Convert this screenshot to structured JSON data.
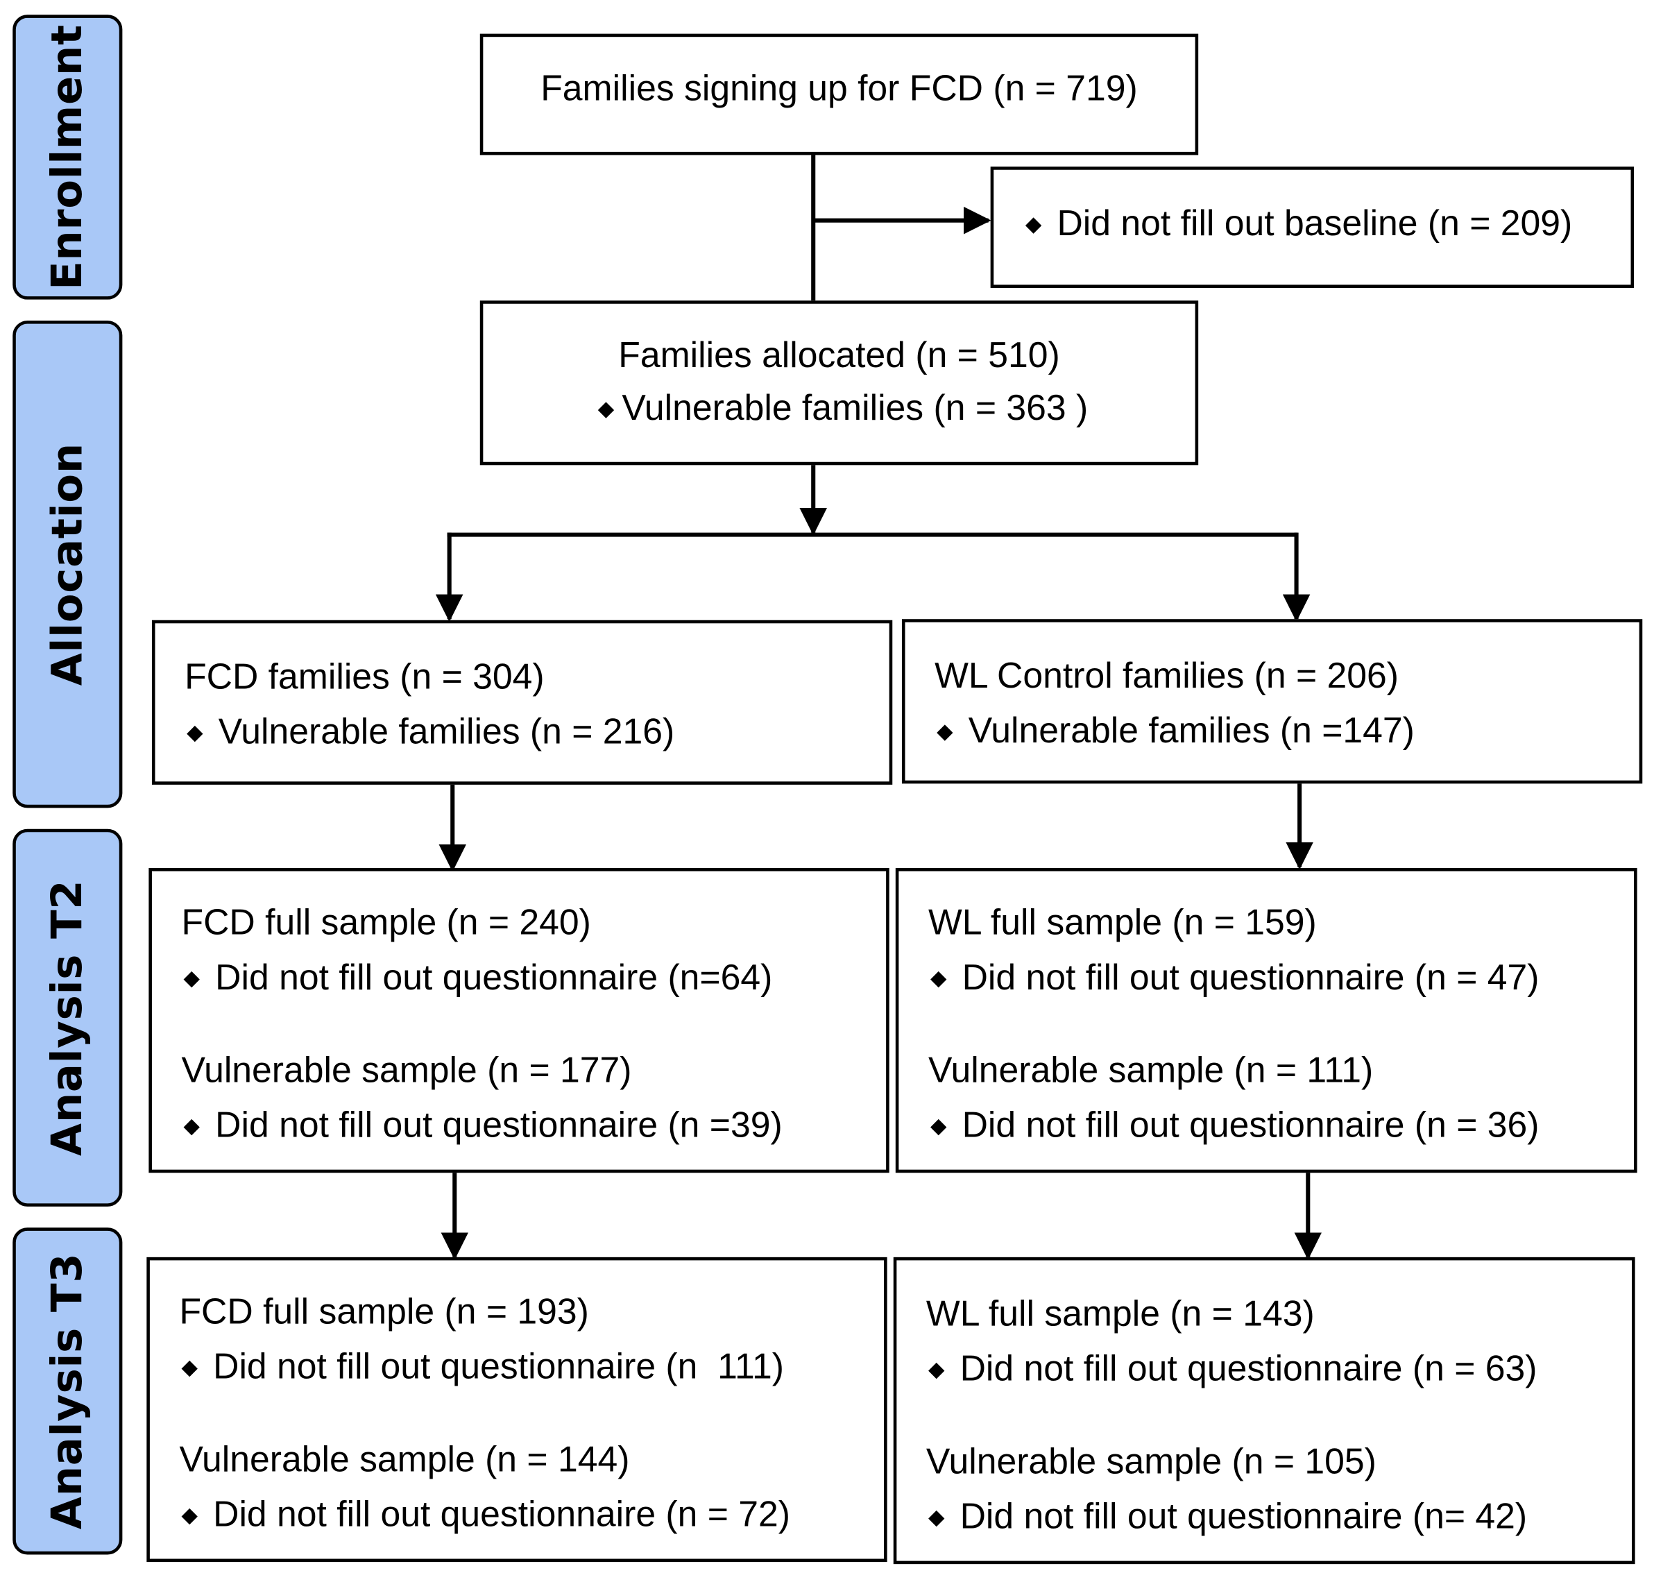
{
  "colors": {
    "stage_fill": "#a9c8f7",
    "border": "#000000",
    "box_fill": "#ffffff"
  },
  "bullet_symbol": "◆",
  "stages": {
    "enrollment": "Enrollment",
    "allocation": "Allocation",
    "analysis_t2": "Analysis T2",
    "analysis_t3": "Analysis T3"
  },
  "enrollment": {
    "signup": "Families signing up for FCD (n = 719)",
    "excluded": "Did not fill out baseline (n = 209)"
  },
  "allocation": {
    "allocated": "Families allocated (n = 510)",
    "allocated_vulnerable": "Vulnerable families (n = 363 )",
    "fcd": "FCD families (n = 304)",
    "fcd_vulnerable": "Vulnerable families (n = 216)",
    "wl": "WL Control families (n = 206)",
    "wl_vulnerable": "Vulnerable families (n =147)"
  },
  "analysis_t2": {
    "fcd_full": "FCD full sample (n = 240)",
    "fcd_full_missing": "Did not fill out questionnaire (n=64)",
    "fcd_vulnerable": "Vulnerable sample (n = 177)",
    "fcd_vulnerable_missing": "Did not fill out questionnaire (n =39)",
    "wl_full": "WL full sample (n = 159)",
    "wl_full_missing": "Did not fill out questionnaire (n = 47)",
    "wl_vulnerable": "Vulnerable sample (n = 111)",
    "wl_vulnerable_missing": "Did not fill out questionnaire (n = 36)"
  },
  "analysis_t3": {
    "fcd_full": "FCD full sample (n = 193)",
    "fcd_full_missing": "Did not fill out questionnaire (n  111)",
    "fcd_vulnerable": "Vulnerable sample (n = 144)",
    "fcd_vulnerable_missing": "Did not fill out questionnaire (n = 72)",
    "wl_full": "WL full sample (n = 143)",
    "wl_full_missing": "Did not fill out questionnaire (n = 63)",
    "wl_vulnerable": "Vulnerable sample (n = 105)",
    "wl_vulnerable_missing": "Did not fill out questionnaire (n= 42)"
  }
}
